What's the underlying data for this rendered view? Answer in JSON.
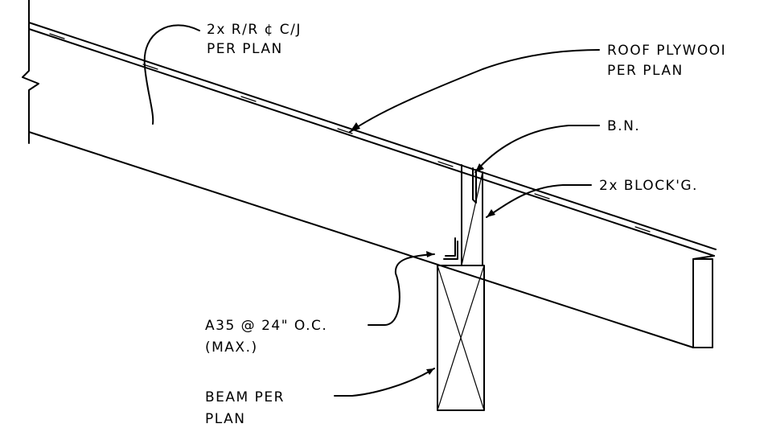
{
  "labels": {
    "rafter_line1": "2x R/R ¢ C/J",
    "rafter_line2": "PER PLAN",
    "plywood_line1": "ROOF PLYWOOI",
    "plywood_line2": "PER PLAN",
    "nailing": "B.N.",
    "blocking": "2x BLOCK'G.",
    "clip_line1": "A35 @ 24\" O.C.",
    "clip_line2": "(MAX.)",
    "beam_line1": "BEAM PER",
    "beam_line2": "PLAN"
  }
}
